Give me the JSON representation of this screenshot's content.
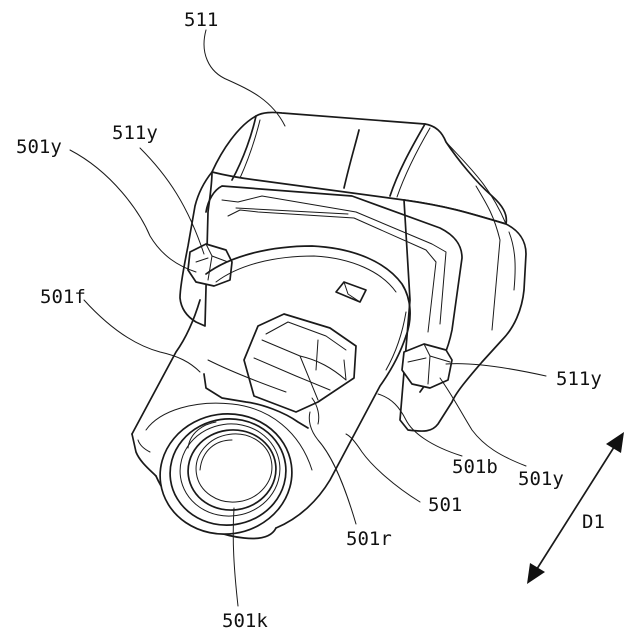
{
  "labels": {
    "part_511": "511",
    "part_511y_left": "511y",
    "part_501y_left": "501y",
    "part_501f": "501f",
    "part_511y_right": "511y",
    "part_501b": "501b",
    "part_501y_right": "501y",
    "part_501": "501",
    "part_501r": "501r",
    "part_501k": "501k",
    "direction_D1": "D1"
  }
}
